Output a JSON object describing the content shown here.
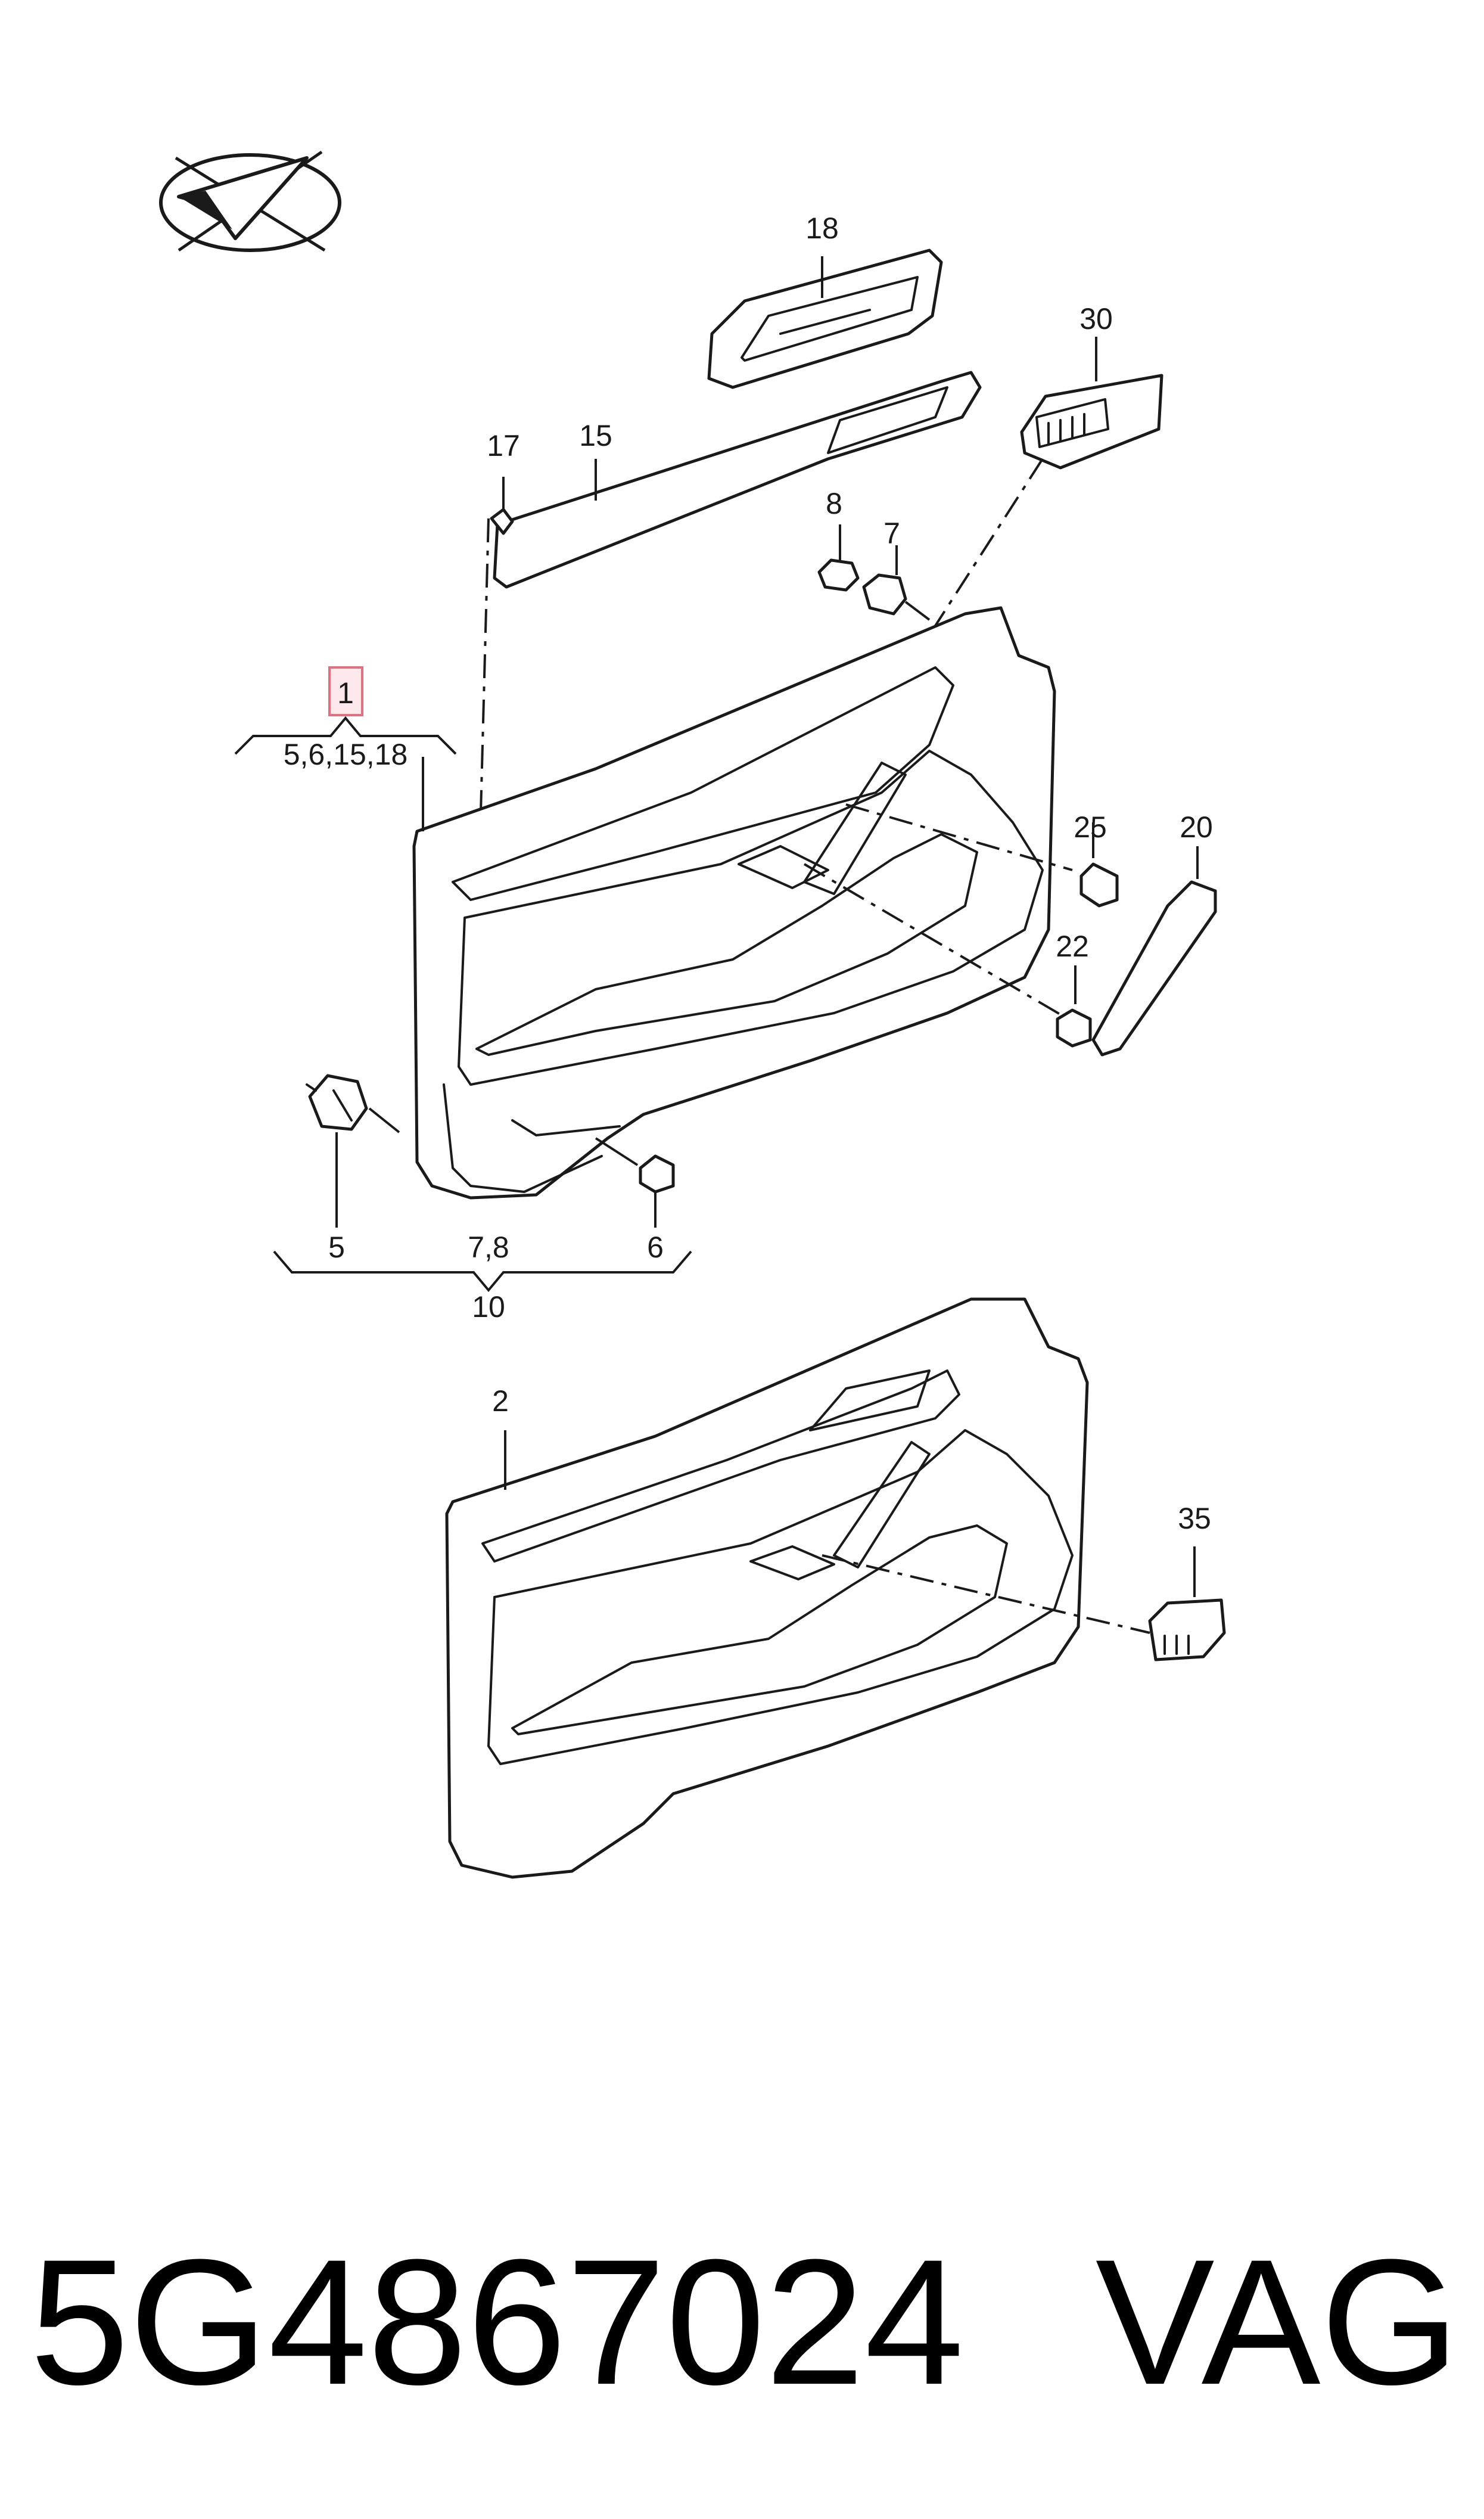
{
  "labels": {
    "p1": "1",
    "group_top": "5,6,15,18",
    "p2": "2",
    "p5": "5",
    "p6": "6",
    "p7": "7",
    "p8": "8",
    "p78": "7,8",
    "p10": "10",
    "p15": "15",
    "p17": "17",
    "p18": "18",
    "p20": "20",
    "p22": "22",
    "p25": "25",
    "p30": "30",
    "p35": "35"
  },
  "footer": {
    "part_number": "5G4867024",
    "brand": "VAG"
  },
  "colors": {
    "line": "#1a1a1a",
    "highlight_border": "#e07080",
    "highlight_fill": "#fde8ec"
  },
  "icons": {
    "logo": "check-plane-logo-icon"
  }
}
